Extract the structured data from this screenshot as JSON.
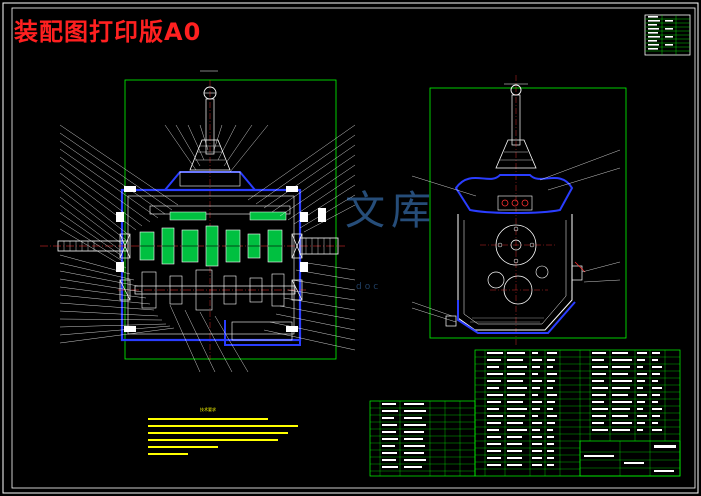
{
  "drawing": {
    "title": "装配图打印版A0",
    "colors": {
      "background": "#000000",
      "frame": "#ffffff",
      "geometry": "#00ff00",
      "title_text": "#ff2020",
      "leader": "#ffffff",
      "section": "#2a3dff",
      "centerline": "#ff3030",
      "parts_fill": "#00c040",
      "notes_text": "#ffff00"
    }
  },
  "watermark": {
    "logo_text": "文库",
    "sub_text": "doc"
  },
  "notes": {
    "heading": "技术要求",
    "lines": [
      "",
      "",
      "",
      "",
      "",
      ""
    ]
  }
}
